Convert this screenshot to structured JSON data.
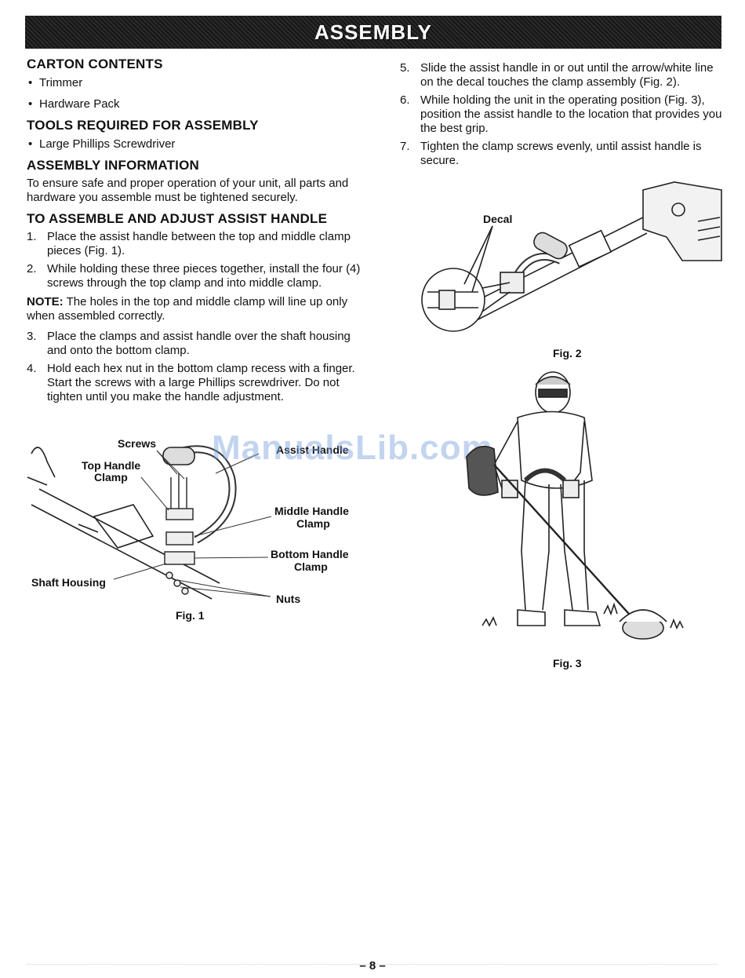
{
  "banner": {
    "title": "ASSEMBLY"
  },
  "left": {
    "carton": {
      "heading": "CARTON CONTENTS",
      "items": [
        "Trimmer",
        "Hardware Pack"
      ]
    },
    "tools": {
      "heading": "TOOLS REQUIRED FOR ASSEMBLY",
      "items": [
        "Large Phillips Screwdriver"
      ]
    },
    "info": {
      "heading": "ASSEMBLY INFORMATION",
      "text": "To ensure safe and proper operation of your unit, all parts and hardware you assemble must be tightened securely."
    },
    "handle": {
      "heading": "TO ASSEMBLE AND ADJUST ASSIST HANDLE",
      "steps_a": [
        {
          "num": "1.",
          "text": "Place the assist handle between the top and middle clamp pieces (Fig. 1)."
        },
        {
          "num": "2.",
          "text": "While holding these three pieces together, install the four (4) screws through the top clamp and into middle clamp."
        }
      ],
      "note_label": "NOTE:",
      "note_text": " The holes in the top and middle clamp will line up only when assembled correctly.",
      "steps_b": [
        {
          "num": "3.",
          "text": "Place the clamps and assist handle over the shaft housing and onto the bottom clamp."
        },
        {
          "num": "4.",
          "text": "Hold each hex nut in the bottom clamp recess with a finger. Start the screws with a large Phillips screwdriver. Do not tighten until you make the handle adjustment."
        }
      ]
    }
  },
  "right": {
    "steps": [
      {
        "num": "5.",
        "text": "Slide the assist handle in or out until the arrow/white line on the decal touches the clamp assembly (Fig. 2)."
      },
      {
        "num": "6.",
        "text": "While holding the unit in the operating position (Fig. 3), position the assist handle to the location that provides you the best grip."
      },
      {
        "num": "7.",
        "text": "Tighten the clamp screws evenly, until assist handle is secure."
      }
    ]
  },
  "fig1": {
    "caption": "Fig. 1",
    "labels": {
      "screws": "Screws",
      "assist_handle": "Assist Handle",
      "top_clamp_1": "Top Handle",
      "top_clamp_2": "Clamp",
      "middle_clamp_1": "Middle Handle",
      "middle_clamp_2": "Clamp",
      "bottom_clamp_1": "Bottom Handle",
      "bottom_clamp_2": "Clamp",
      "shaft": "Shaft Housing",
      "nuts": "Nuts"
    }
  },
  "fig2": {
    "caption": "Fig. 2",
    "label_decal": "Decal"
  },
  "fig3": {
    "caption": "Fig. 3"
  },
  "watermark": "ManualsLib.com",
  "page_number": "– 8 –"
}
